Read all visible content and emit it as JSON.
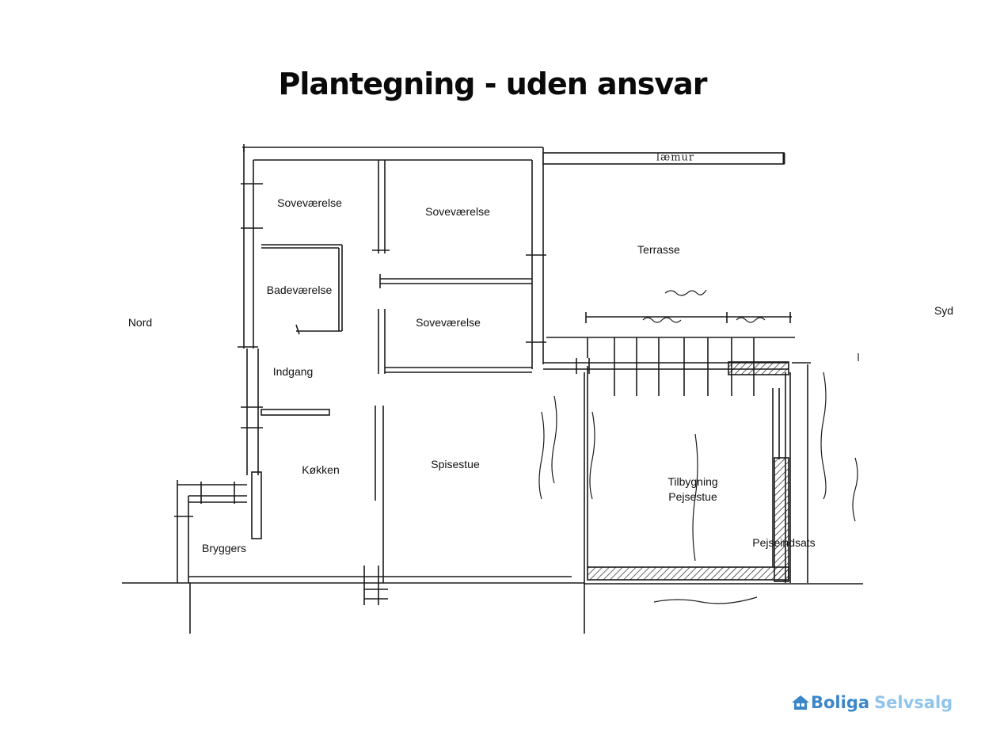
{
  "title": "Plantegning - uden ansvar",
  "compass": {
    "north": "Nord",
    "south": "Syd"
  },
  "wall_label": "læmur",
  "rooms": {
    "bedroom_1": "Soveværelse",
    "bedroom_2": "Soveværelse",
    "bedroom_3": "Soveværelse",
    "bathroom": "Badeværelse",
    "entrance": "Indgang",
    "kitchen": "Køkken",
    "dining": "Spisestue",
    "utility": "Bryggers",
    "terrace": "Terrasse",
    "extension_line1": "Tilbygning",
    "extension_line2": "Pejsestue",
    "fireplace": "Pejseindsats"
  },
  "logo": {
    "part1": "Boliga",
    "part2": "Selvsalg",
    "icon": "house-icon"
  },
  "colors": {
    "lines": "#1a1a1a",
    "logo_primary": "#3b86c9",
    "logo_secondary": "#8fc4ec"
  }
}
